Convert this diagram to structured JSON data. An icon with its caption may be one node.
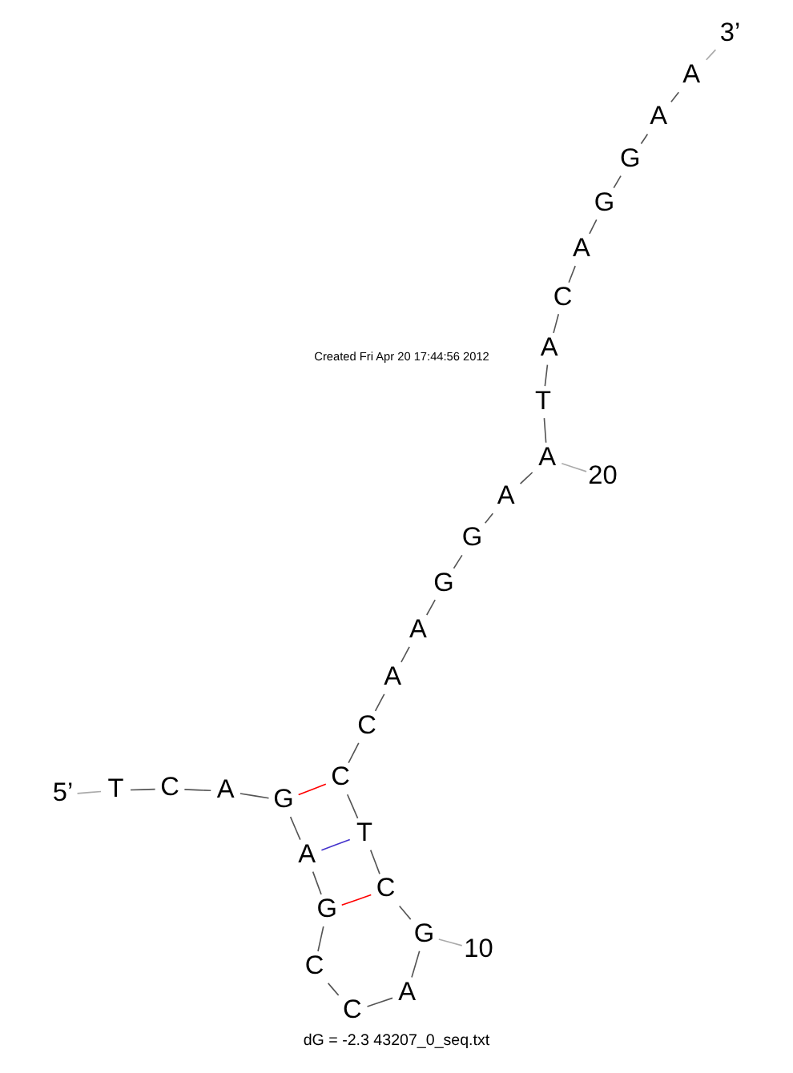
{
  "diagram": {
    "caption": "dG = -2.3 43207_0_seq.txt",
    "nodes": [
      {
        "text": [
          "5’"
        ]
      },
      {
        "text": [
          "T"
        ]
      },
      {
        "text": [
          "C"
        ]
      },
      {
        "text": [
          "A"
        ]
      },
      {
        "text": [
          "G"
        ]
      },
      {
        "text": [
          "A"
        ]
      },
      {
        "text": [
          "G"
        ]
      },
      {
        "text": [
          "C"
        ]
      },
      {
        "text": [
          "C"
        ]
      },
      {
        "text": [
          "A"
        ]
      },
      {
        "text": [
          "G"
        ]
      },
      {
        "text": [
          "C"
        ]
      },
      {
        "text": [
          "T"
        ]
      },
      {
        "text": [
          "C"
        ]
      },
      {
        "text": [
          "C"
        ]
      },
      {
        "text": [
          "A"
        ]
      },
      {
        "text": [
          "A"
        ]
      },
      {
        "text": [
          "G"
        ]
      },
      {
        "text": [
          "G"
        ]
      },
      {
        "text": [
          "A"
        ]
      },
      {
        "text": [
          "A"
        ]
      },
      {
        "text": [
          "T"
        ]
      },
      {
        "text": [
          "A"
        ]
      },
      {
        "text": [
          "C"
        ]
      },
      {
        "text": [
          "A"
        ]
      },
      {
        "text": [
          "G"
        ]
      },
      {
        "text": [
          "G"
        ]
      },
      {
        "text": [
          "A"
        ]
      },
      {
        "text": [
          "A"
        ]
      },
      {
        "text": [
          "3’"
        ]
      },
      {
        "text": [
          "10"
        ]
      },
      {
        "text": [
          "20"
        ]
      }
    ],
    "edges": [
      {
        "from": 0,
        "to": 1,
        "arrow": "none",
        "color": "#aaaaaa"
      },
      {
        "from": 1,
        "to": 2,
        "arrow": "none"
      },
      {
        "from": 2,
        "to": 3,
        "arrow": "none"
      },
      {
        "from": 3,
        "to": 4,
        "arrow": "none"
      },
      {
        "from": 4,
        "to": 5,
        "arrow": "none"
      },
      {
        "from": 5,
        "to": 6,
        "arrow": "none"
      },
      {
        "from": 6,
        "to": 7,
        "arrow": "none"
      },
      {
        "from": 7,
        "to": 8,
        "arrow": "none"
      },
      {
        "from": 8,
        "to": 9,
        "arrow": "none"
      },
      {
        "from": 9,
        "to": 10,
        "arrow": "none"
      },
      {
        "from": 10,
        "to": 11,
        "arrow": "none"
      },
      {
        "from": 11,
        "to": 12,
        "arrow": "none"
      },
      {
        "from": 12,
        "to": 13,
        "arrow": "none"
      },
      {
        "from": 13,
        "to": 14,
        "arrow": "none"
      },
      {
        "from": 14,
        "to": 15,
        "arrow": "none"
      },
      {
        "from": 15,
        "to": 16,
        "arrow": "none"
      },
      {
        "from": 16,
        "to": 17,
        "arrow": "none"
      },
      {
        "from": 17,
        "to": 18,
        "arrow": "none"
      },
      {
        "from": 18,
        "to": 19,
        "arrow": "none"
      },
      {
        "from": 19,
        "to": 20,
        "arrow": "none"
      },
      {
        "from": 20,
        "to": 21,
        "arrow": "none"
      },
      {
        "from": 21,
        "to": 22,
        "arrow": "none"
      },
      {
        "from": 22,
        "to": 23,
        "arrow": "none"
      },
      {
        "from": 23,
        "to": 24,
        "arrow": "none"
      },
      {
        "from": 24,
        "to": 25,
        "arrow": "none"
      },
      {
        "from": 25,
        "to": 26,
        "arrow": "none"
      },
      {
        "from": 26,
        "to": 27,
        "arrow": "none"
      },
      {
        "from": 27,
        "to": 28,
        "arrow": "none"
      },
      {
        "from": 28,
        "to": 29,
        "arrow": "none",
        "color": "#aaaaaa"
      },
      {
        "from": 30,
        "to": 10,
        "arrow": "none",
        "color": "#aaaaaa"
      },
      {
        "from": 31,
        "to": 20,
        "arrow": "none",
        "color": "#aaaaaa"
      },
      {
        "from": 4,
        "to": 13,
        "arrow": "none",
        "color": "#ff0000"
      },
      {
        "from": 5,
        "to": 12,
        "arrow": "none",
        "color": "#4433cc"
      },
      {
        "from": 6,
        "to": 11,
        "arrow": "none",
        "color": "#ff0000"
      }
    ],
    "labels": [
      "Created Fri Apr 20 17:44:56 2012"
    ]
  }
}
